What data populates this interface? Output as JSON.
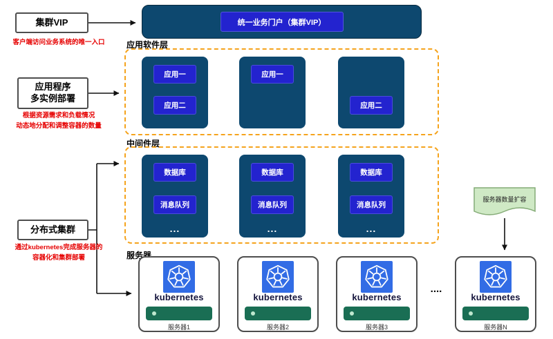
{
  "colors": {
    "navy_box": "#0d486f",
    "chip_blue": "#2323cf",
    "dashed_orange": "#f5a31c",
    "note_red": "#e60000",
    "kubernetes_blue": "#326ce5",
    "server_bar_green": "#1a6e54",
    "scale_doc_green": "#cfe9c5"
  },
  "left_panel": {
    "vip": {
      "label": "集群VIP",
      "note": "客户端访问业务系统的唯一入口"
    },
    "app": {
      "label_line1": "应用程序",
      "label_line2": "多实例部署",
      "note_line1": "根据资源需求和负载情况",
      "note_line2": "动态地分配和调整容器的数量"
    },
    "cluster": {
      "label": "分布式集群",
      "note_line1": "通过kubernetes完成服务器的",
      "note_line2": "容器化和集群部署"
    }
  },
  "portal": {
    "label": "统一业务门户（集群VIP）"
  },
  "app_layer": {
    "title": "应用软件层",
    "nodes": [
      {
        "chips": [
          "应用一",
          "应用二"
        ]
      },
      {
        "chips": [
          "应用一"
        ]
      },
      {
        "chips": [
          "应用二"
        ]
      }
    ]
  },
  "middleware_layer": {
    "title": "中间件层",
    "nodes": [
      {
        "chips": [
          "数据库",
          "消息队列"
        ],
        "more": "..."
      },
      {
        "chips": [
          "数据库",
          "消息队列"
        ],
        "more": "..."
      },
      {
        "chips": [
          "数据库",
          "消息队列"
        ],
        "more": "..."
      }
    ]
  },
  "server_layer": {
    "title": "服务器",
    "k8s_wordmark": "kubernetes",
    "servers": [
      "服务器1",
      "服务器2",
      "服务器3",
      "服务器N"
    ],
    "ellipsis": "....",
    "scale_doc": "服务器数量扩容"
  }
}
